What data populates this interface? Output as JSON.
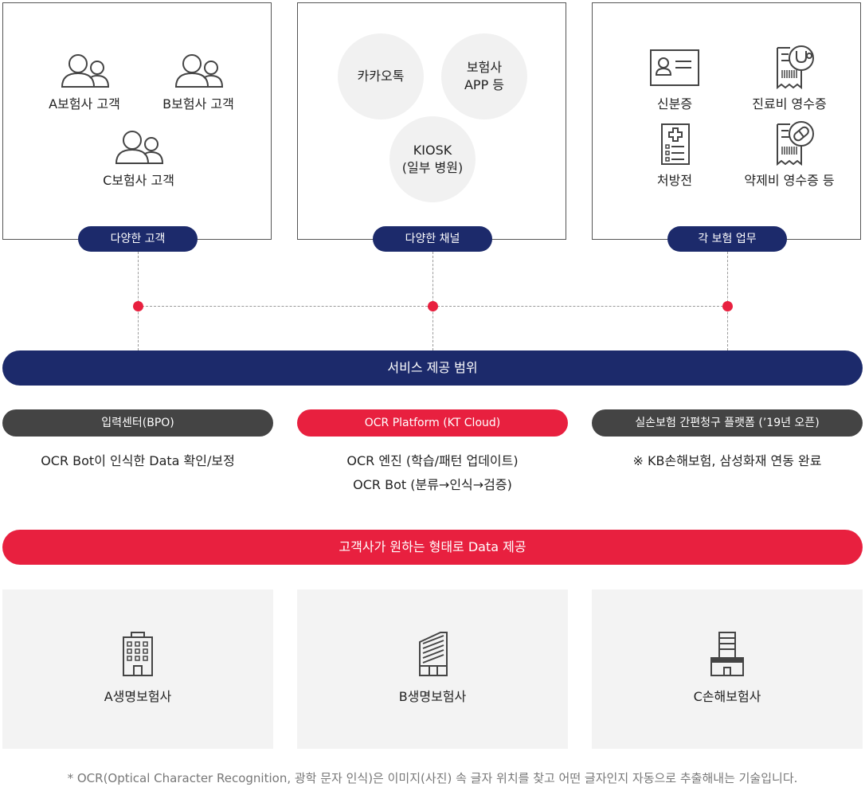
{
  "panels": {
    "customers": {
      "badge": "다양한 고객",
      "items": [
        "A보험사 고객",
        "B보험사 고객",
        "C보험사 고객"
      ]
    },
    "channels": {
      "badge": "다양한 채널",
      "circles": [
        {
          "line1": "카카오톡",
          "line2": ""
        },
        {
          "line1": "보험사",
          "line2": "APP 등"
        },
        {
          "line1": "KIOSK",
          "line2": "(일부 병원)"
        }
      ]
    },
    "tasks": {
      "badge": "각 보험 업무",
      "items": [
        "신분증",
        "진료비 영수증",
        "처방전",
        "약제비 영수증 등"
      ]
    }
  },
  "service_bar": "서비스 제공 범위",
  "services": [
    {
      "chip": "입력센터(BPO)",
      "lines": [
        "OCR Bot이 인식한 Data 확인/보정"
      ],
      "color": "#444444"
    },
    {
      "chip": "OCR Platform (KT Cloud)",
      "lines": [
        "OCR 엔진 (학습/패턴 업데이트)",
        "OCR Bot (분류→인식→검증)"
      ],
      "color": "#e8203f"
    },
    {
      "chip": "실손보험 간편청구 플랫폼 (’19년 오픈)",
      "lines": [
        "※ KB손해보험, 삼성화재 연동 완료"
      ],
      "color": "#444444"
    }
  ],
  "data_bar": "고객사가 원하는 형태로 Data 제공",
  "companies": [
    "A생명보험사",
    "B생명보험사",
    "C손해보험사"
  ],
  "footnote": "* OCR(Optical Character Recognition, 광학 문자 인식)은 이미지(사진) 속 글자 위치를 찾고 어떤 글자인지 자동으로 추출해내는 기술입니다.",
  "colors": {
    "navy": "#1c2a6b",
    "red": "#e8203f",
    "dark": "#444444",
    "card": "#f3f3f3"
  }
}
